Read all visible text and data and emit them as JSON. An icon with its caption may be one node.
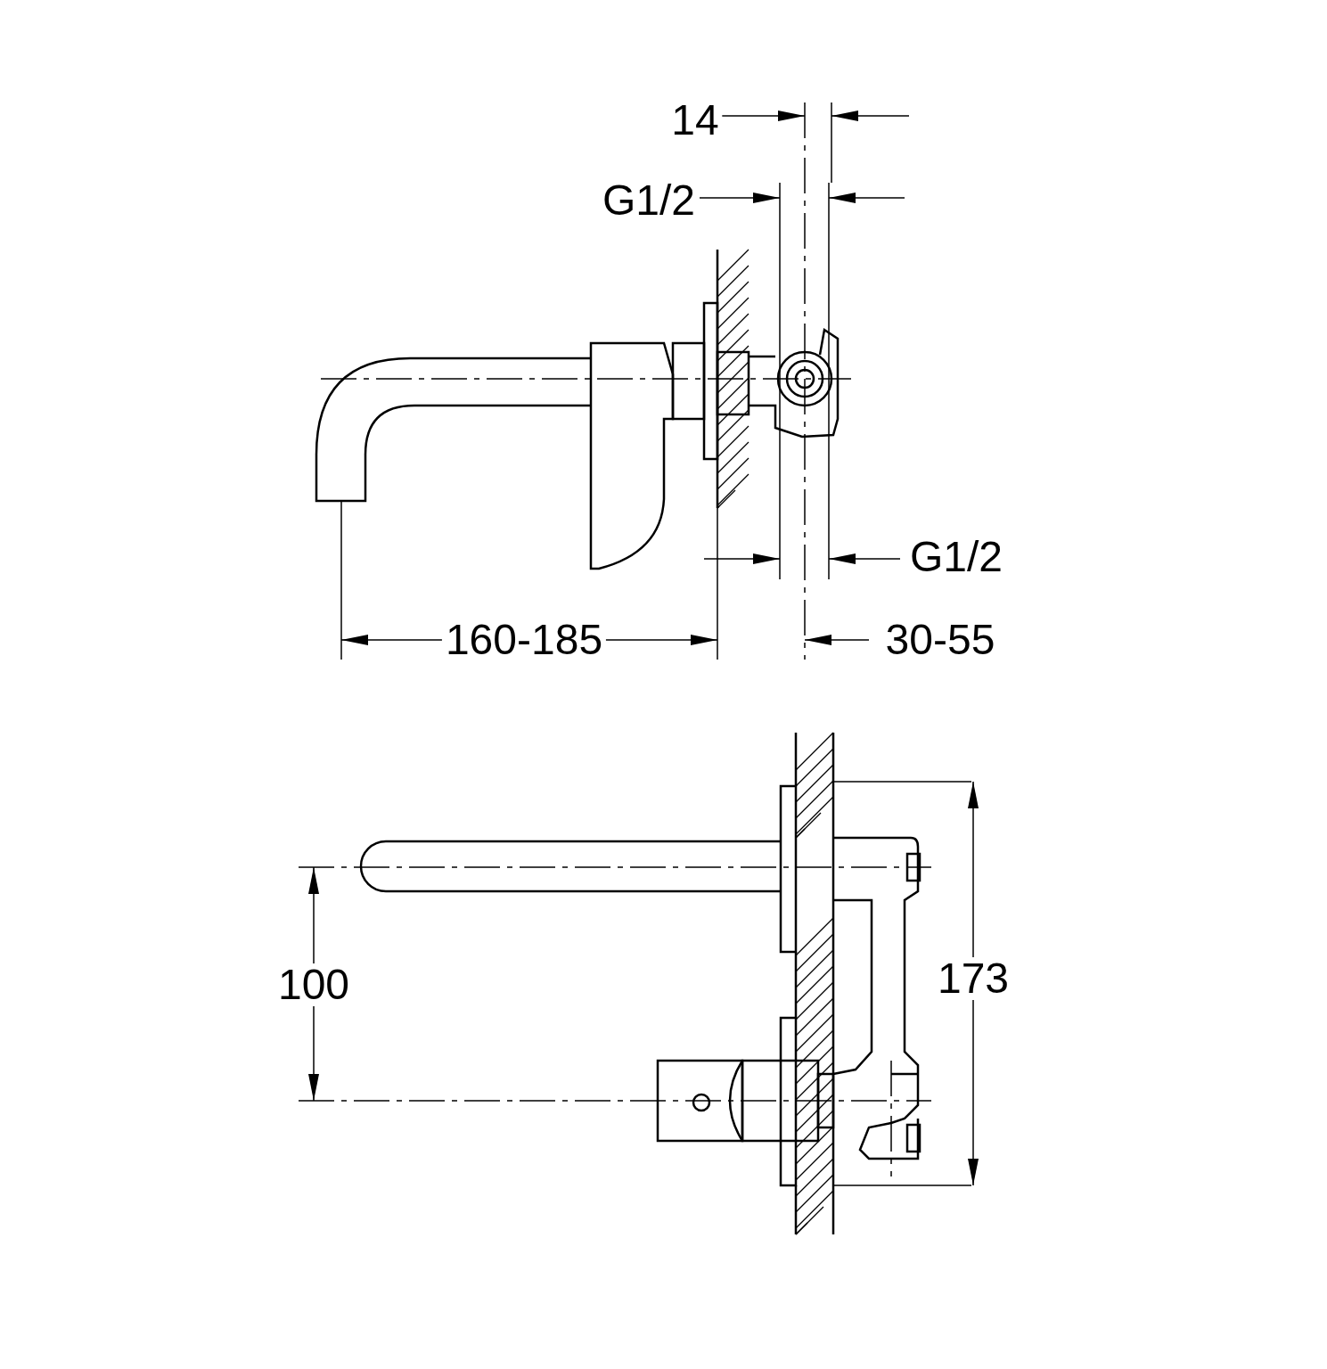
{
  "diagram": {
    "labels": [
      "14",
      "G1/2",
      "G1/2",
      "160-185",
      "30-55",
      "100",
      "173"
    ]
  }
}
